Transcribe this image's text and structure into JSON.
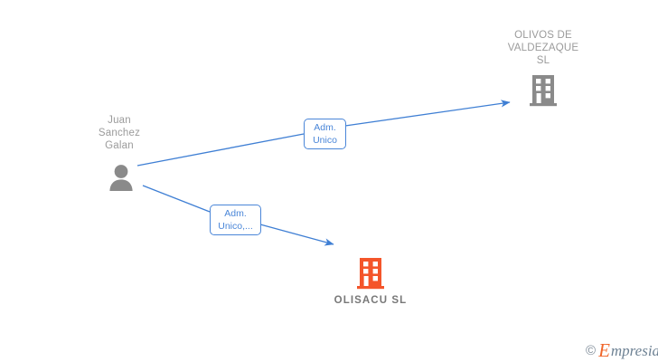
{
  "diagram": {
    "background_color": "#ffffff",
    "edge_color": "#4a86d8",
    "nodes": [
      {
        "id": "person",
        "type": "person",
        "label": "Juan\nSanchez\nGalan",
        "icon": "person-icon",
        "icon_color": "#8a8a8a",
        "label_color": "#9b9b9b"
      },
      {
        "id": "olivos",
        "type": "company",
        "label": "OLIVOS DE\nVALDEZAQUE\nSL",
        "icon": "building-icon",
        "icon_color": "#8a8a8a",
        "label_color": "#9b9b9b"
      },
      {
        "id": "olisacu",
        "type": "company",
        "label": "OLISACU  SL",
        "icon": "building-icon",
        "icon_color": "#f4552a",
        "label_color": "#787878"
      }
    ],
    "edges": [
      {
        "id": "edge-person-olivos",
        "from": "person",
        "to": "olivos",
        "label": "Adm.\nUnico"
      },
      {
        "id": "edge-person-olisacu",
        "from": "person",
        "to": "olisacu",
        "label": "Adm.\nUnico,..."
      }
    ]
  },
  "watermark": {
    "copyright": "©",
    "brand_initial": "E",
    "brand_rest": "mpresia"
  }
}
